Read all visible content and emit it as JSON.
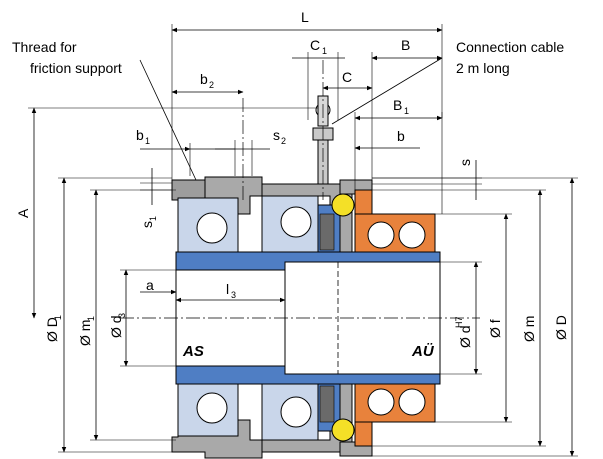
{
  "notes": {
    "thread_line1": "Thread for",
    "thread_line2": "friction support",
    "cable_line1": "Connection cable",
    "cable_line2": "2 m long"
  },
  "dimensions": {
    "L": "L",
    "B": "B",
    "B1": "B",
    "B1_sub": "1",
    "C": "C",
    "C1": "C",
    "C1_sub": "1",
    "b": "b",
    "b1": "b",
    "b1_sub": "1",
    "b2": "b",
    "b2_sub": "2",
    "s": "s",
    "s1": "s",
    "s1_sub": "1",
    "s2": "s",
    "s2_sub": "2",
    "A": "A",
    "a": "a",
    "l3": "l",
    "l3_sub": "3",
    "D1": "Ø D",
    "D1_sub": "1",
    "m1": "Ø m",
    "m1_sub": "1",
    "d3": "Ø d",
    "d3_sub": "3",
    "dH7": "Ø d",
    "dH7_sup": "H7",
    "f": "Ø f",
    "m": "Ø m",
    "D": "Ø D"
  },
  "sides": {
    "AS": "AS",
    "AU": "AÜ"
  },
  "colors": {
    "shaft_blue": "#4f7ec4",
    "inner_ring_light": "#c9d6ea",
    "bearing_orange": "#e8823c",
    "housing_grey": "#a7a7a7",
    "ball_yellow": "#f4e027",
    "outline": "#000000"
  }
}
